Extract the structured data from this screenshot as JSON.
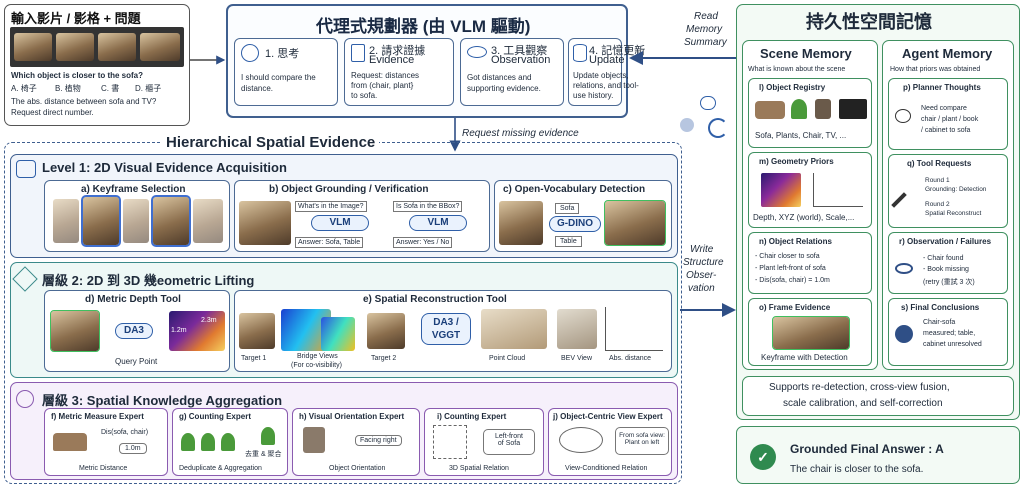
{
  "input": {
    "title": "輸入影片 / 影格 + 問題",
    "question": "Which object is closer to the sofa?",
    "options": [
      "A. 椅子",
      "B. 植物",
      "C. 書",
      "D. 櫃子"
    ],
    "note1": "The abs. distance between sofa and TV?",
    "note2": "Request direct number."
  },
  "planner": {
    "title": "代理式規劃器 (由 VLM 驅動)",
    "steps": [
      {
        "title": "1. 思考",
        "title2": "",
        "body": [
          "I should compare the",
          "distance."
        ]
      },
      {
        "title": "2. 請求證據",
        "title2": "Evidence",
        "body": [
          "Request: distances",
          "from (chair, plant}",
          "to sofa."
        ]
      },
      {
        "title": "3. 工具觀察",
        "title2": "Observation",
        "body": [
          "Got distances and",
          "supporting evidence."
        ]
      },
      {
        "title": "4. 記憶更新",
        "title2": "Update",
        "body": [
          "Update objects,",
          "relations, and tool-",
          "use history."
        ]
      }
    ]
  },
  "arrows": {
    "read_memory": [
      "Read",
      "Memory",
      "Summary"
    ],
    "request_missing": "Request missing evidence",
    "write": [
      "Write",
      "Structure",
      "Obser-",
      "vation"
    ]
  },
  "hse": {
    "title": "Hierarchical Spatial Evidence",
    "level1": {
      "title": "Level 1: 2D Visual Evidence Acquisition",
      "a": "a) Keyframe Selection",
      "b": {
        "title": "b) Object Grounding / Verification",
        "q1": "What's in the Image?",
        "q2": "Is Sofa in the BBox?",
        "vlm": "VLM",
        "ans1": "Answer: Sofa, Table",
        "ans2": "Answer: Yes / No"
      },
      "c": {
        "title": "c) Open-Vocabulary Detection",
        "sofa": "Sofa",
        "gdino": "G-DINO",
        "table": "Table"
      }
    },
    "level2": {
      "title": "層級 2: 2D 到 3D 幾eometric Lifting",
      "d": {
        "title": "d) Metric Depth Tool",
        "tool": "DA3",
        "caption": "Query Point",
        "d1": "1.2m",
        "d2": "2.3m"
      },
      "e": {
        "title": "e) Spatial Reconstruction Tool",
        "target1": "Target 1",
        "bridge1": "Bridge Views",
        "bridge2": "(For co-visibility)",
        "target2": "Target 2",
        "tool1": "DA3 /",
        "tool2": "VGGT",
        "pc": "Point Cloud",
        "bev": "BEV View",
        "abs": "Abs. distance"
      }
    },
    "level3": {
      "title": "層級 3: Spatial Knowledge Aggregation",
      "f": {
        "title": "f) Metric Measure Expert",
        "formula": "Dis(sofa, chair)",
        "value": "1.0m",
        "caption": "Metric Distance"
      },
      "g": {
        "title": "g) Counting Expert",
        "dedup": "去重 & 聚合",
        "caption": "Deduplicate & Aggregation"
      },
      "h": {
        "title": "h) Visual Orientation Expert",
        "facing": "Facing right",
        "caption": "Object Orientation"
      },
      "i": {
        "title": "i) Counting Expert",
        "rel1": "Left-front",
        "rel2": "of Sofa",
        "caption": "3D Spatial Relation"
      },
      "j": {
        "title": "j) Object-Centric View Expert",
        "v1": "From sofa view:",
        "v2": "Plant on left",
        "caption": "View-Conditioned Relation"
      }
    }
  },
  "memory": {
    "title": "持久性空間記憶",
    "scene": {
      "title": "Scene Memory",
      "subtitle": "What is known about the scene",
      "l": {
        "title": "l) Object Registry",
        "caption": "Sofa, Plants, Chair, TV, ..."
      },
      "m": {
        "title": "m) Geometry Priors",
        "caption": "Depth, XYZ (world), Scale,..."
      },
      "n": {
        "title": "n) Object Relations",
        "items": [
          "Chair closer to sofa",
          "Plant left-front of sofa",
          "Dis(sofa, chair) = 1.0m"
        ]
      },
      "o": {
        "title": "o) Frame Evidence",
        "caption": "Keyframe with Detection"
      }
    },
    "agent": {
      "title": "Agent Memory",
      "subtitle": "How that priors was obtained",
      "p": {
        "title": "p) Planner Thoughts",
        "body": [
          "Need compare",
          "chair / plant / book",
          "/ cabinet to sofa"
        ]
      },
      "q": {
        "title": "q) Tool Requests",
        "r1": "Round 1",
        "r1b": "Grounding: Detection",
        "r2": "Round 2",
        "r2b": "Spatial Reconstruct"
      },
      "r": {
        "title": "r) Observation / Failures",
        "items": [
          "Chair found",
          "Book missing"
        ],
        "retry": "(retry (重試 3 次)"
      },
      "s": {
        "title": "s) Final Conclusions",
        "body": [
          "Chair-sofa",
          "measured; table,",
          "cabinet unresolved"
        ]
      }
    },
    "supports": [
      "Supports re-detection, cross-view fusion,",
      "scale calibration, and self-correction"
    ]
  },
  "answer": {
    "title": "Grounded Final Answer : A",
    "body": "The chair is closer to the sofa."
  },
  "colors": {
    "frame": "#3f5f8f",
    "green": "#3f9060",
    "purple": "#8a5bb0",
    "teal": "#3a8a8a"
  }
}
